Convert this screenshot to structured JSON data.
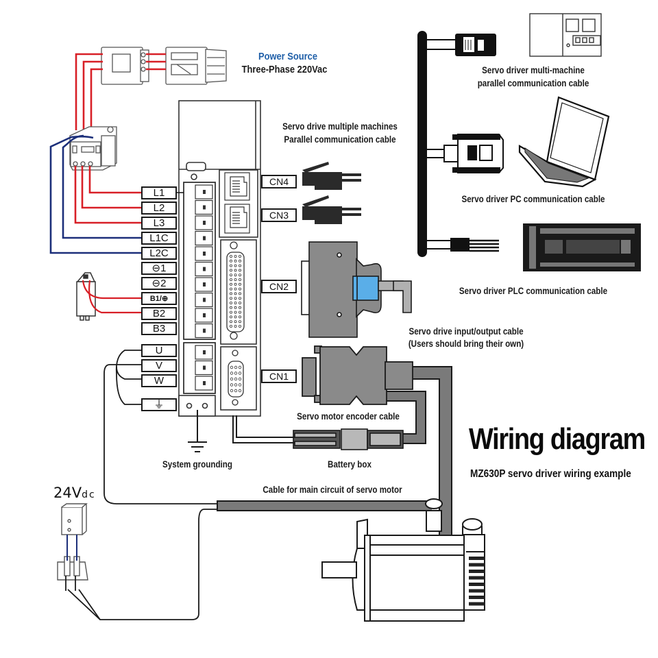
{
  "title": {
    "main": "Wiring diagram",
    "subtitle": "MZ630P servo driver wiring example"
  },
  "power_source": {
    "label": "Power Source",
    "spec": "Three-Phase 220Vac"
  },
  "supply_24v": {
    "value": "24V",
    "unit": "dc"
  },
  "terminals": [
    {
      "id": "L1",
      "label": "L1",
      "wire": "red"
    },
    {
      "id": "L2",
      "label": "L2",
      "wire": "red"
    },
    {
      "id": "L3",
      "label": "L3",
      "wire": "red"
    },
    {
      "id": "L1C",
      "label": "L1C",
      "wire": "blue"
    },
    {
      "id": "L2C",
      "label": "L2C",
      "wire": "blue"
    },
    {
      "id": "N1",
      "label": "⊖1",
      "wire": ""
    },
    {
      "id": "N2",
      "label": "⊖2",
      "wire": ""
    },
    {
      "id": "B1",
      "label": "B1/⊕",
      "wire": "red"
    },
    {
      "id": "B2",
      "label": "B2",
      "wire": "red"
    },
    {
      "id": "B3",
      "label": "B3",
      "wire": ""
    },
    {
      "id": "U",
      "label": "U",
      "wire": "black"
    },
    {
      "id": "V",
      "label": "V",
      "wire": "black"
    },
    {
      "id": "W",
      "label": "W",
      "wire": "black"
    },
    {
      "id": "PE",
      "label": "⏚",
      "wire": "black"
    }
  ],
  "connectors": [
    {
      "id": "CN4",
      "label": "CN4"
    },
    {
      "id": "CN3",
      "label": "CN3"
    },
    {
      "id": "CN2",
      "label": "CN2"
    },
    {
      "id": "CN1",
      "label": "CN1"
    }
  ],
  "labels": {
    "parallel_comm": [
      "Servo drive multiple machines",
      "Parallel communication cable"
    ],
    "multi_machine": [
      "Servo driver multi-machine",
      "parallel communication cable"
    ],
    "pc_comm": "Servo driver PC communication cable",
    "plc_comm": "Servo driver PLC communication cable",
    "io_cable": [
      "Servo drive input/output cable",
      "(Users should bring their own)"
    ],
    "encoder_cable": "Servo motor encoder cable",
    "battery_box": "Battery box",
    "grounding": "System grounding",
    "main_circuit": "Cable for main circuit of servo motor"
  },
  "colors": {
    "power_wire": "#d81f26",
    "control_wire": "#1c2f7a",
    "cable_gray": "#7a7a7a",
    "connector_dark": "#2a2a2a",
    "accent_blue": "#5aaee8",
    "label_blue": "#1f5fa8"
  }
}
